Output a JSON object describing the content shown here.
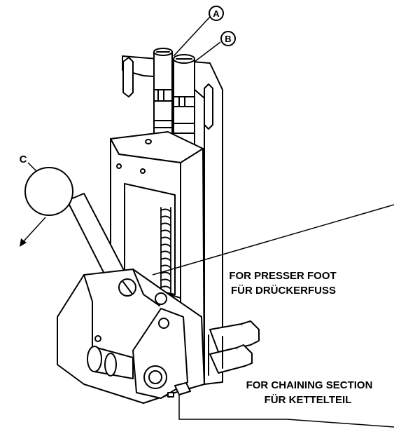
{
  "callouts": {
    "a": "A",
    "b": "B",
    "c": "C"
  },
  "labels": {
    "presser_foot_en": "FOR PRESSER FOOT",
    "presser_foot_de": "FÜR DRÜCKERFUSS",
    "chaining_en": "FOR CHAINING SECTION",
    "chaining_de": "FÜR KETTELTEIL"
  },
  "colors": {
    "ink": "#000000",
    "paper": "#ffffff",
    "shade": "#e6e6e6"
  }
}
